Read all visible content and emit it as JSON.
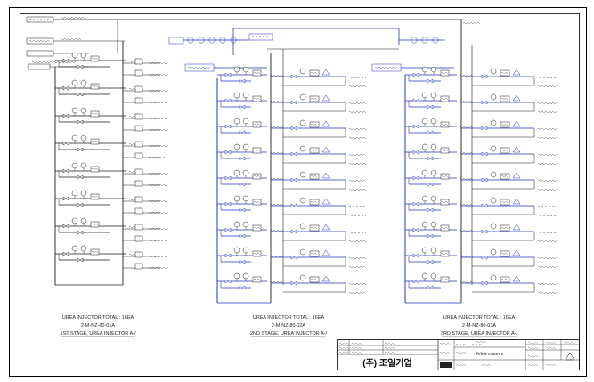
{
  "colors": {
    "line": "#1a1a1a",
    "accent": "#1f35c9",
    "frame": "#000000"
  },
  "drawing": {
    "stages": [
      {
        "summary_line1": "UREA INJECTOR TOTAL : 16EA",
        "summary_line2": "2-M-NZ-80-01A",
        "stage_title": "1ST STAGE, UREA INJECTOR A-/",
        "injector_count": 16
      },
      {
        "summary_line1": "UREA INJECTOR TOTAL : 16EA",
        "summary_line2": "2-M-NZ-80-02A",
        "stage_title": "2ND STAGE, UREA INJECTOR A-/",
        "injector_count": 16
      },
      {
        "summary_line1": "UREA INJECTOR TOTAL : 16EA",
        "summary_line2": "2-M-NZ-80-03A",
        "stage_title": "3RD STAGE, UREA INJECTOR A-/",
        "injector_count": 16
      }
    ],
    "title_block": {
      "company": "(주) 조일기업",
      "drawing_title": "FLOW SHEET 2"
    }
  }
}
